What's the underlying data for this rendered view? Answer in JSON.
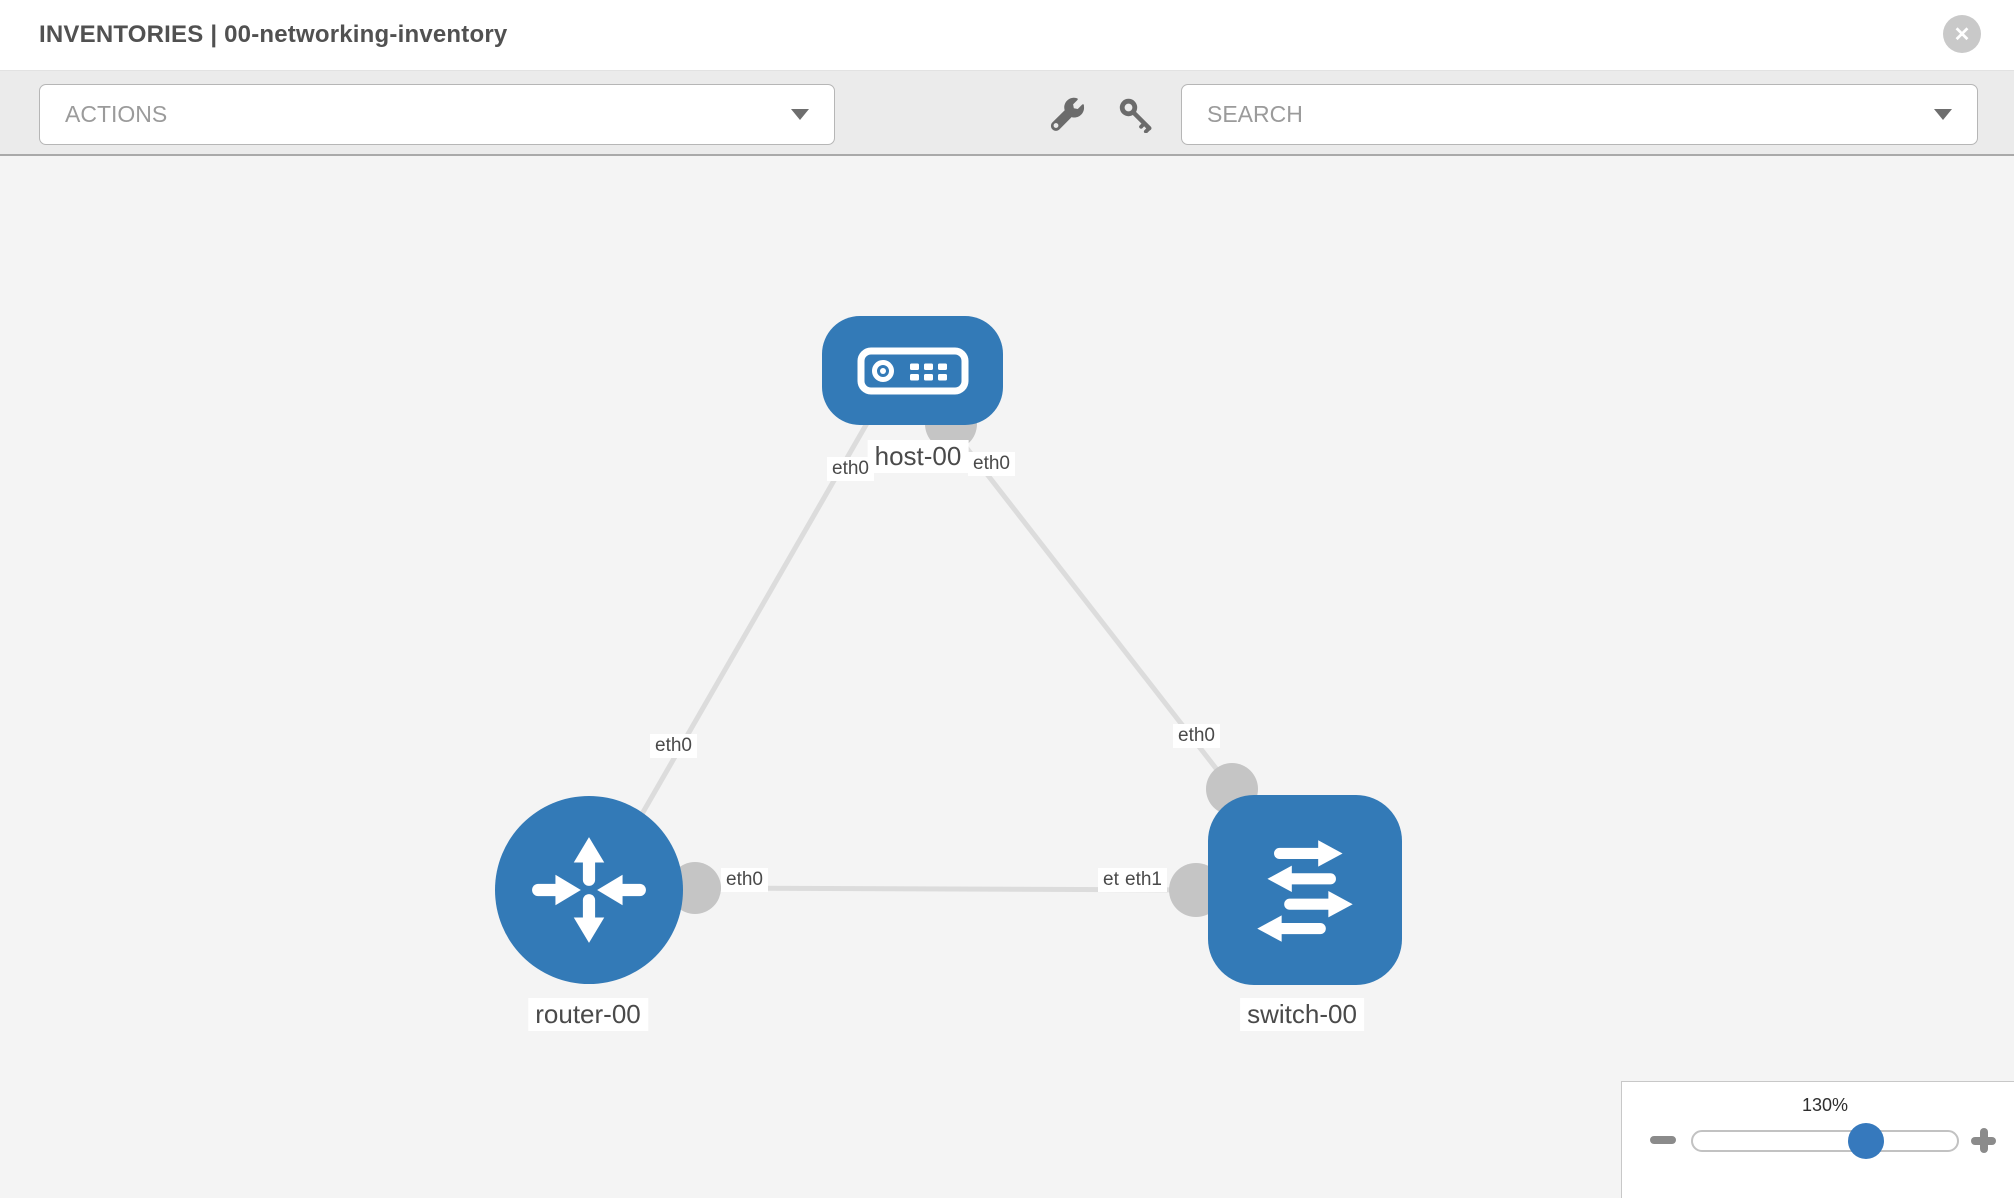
{
  "header": {
    "title": "INVENTORIES | 00-networking-inventory",
    "close_glyph": "✕"
  },
  "toolbar": {
    "actions_label": "ACTIONS",
    "search_label": "SEARCH",
    "icon_names": [
      "wrench-icon",
      "key-icon"
    ]
  },
  "topology": {
    "nodes": [
      {
        "label": "host-00",
        "type": "host"
      },
      {
        "label": "router-00",
        "type": "router"
      },
      {
        "label": "switch-00",
        "type": "switch"
      }
    ],
    "links": [
      {
        "from": "host-00",
        "to": "router-00"
      },
      {
        "from": "host-00",
        "to": "switch-00"
      },
      {
        "from": "router-00",
        "to": "switch-00"
      }
    ],
    "interface_labels": {
      "host_side_left": "eth0",
      "host_side_right": "eth0",
      "router_link_upper": "eth0",
      "switch_link_upper": "eth0",
      "router_side": "eth0",
      "switch_side_under": "eth0",
      "switch_side_over": "eth1"
    }
  },
  "zoom_control": {
    "level": "130%"
  },
  "colors": {
    "node_blue": "#337ab7",
    "endpoint_gray": "#c5c5c5",
    "link_gray": "#dcdcdc",
    "toolbar_bg": "#ebebeb",
    "canvas_bg": "#f4f4f4",
    "slider_handle_blue": "#3679bd"
  }
}
